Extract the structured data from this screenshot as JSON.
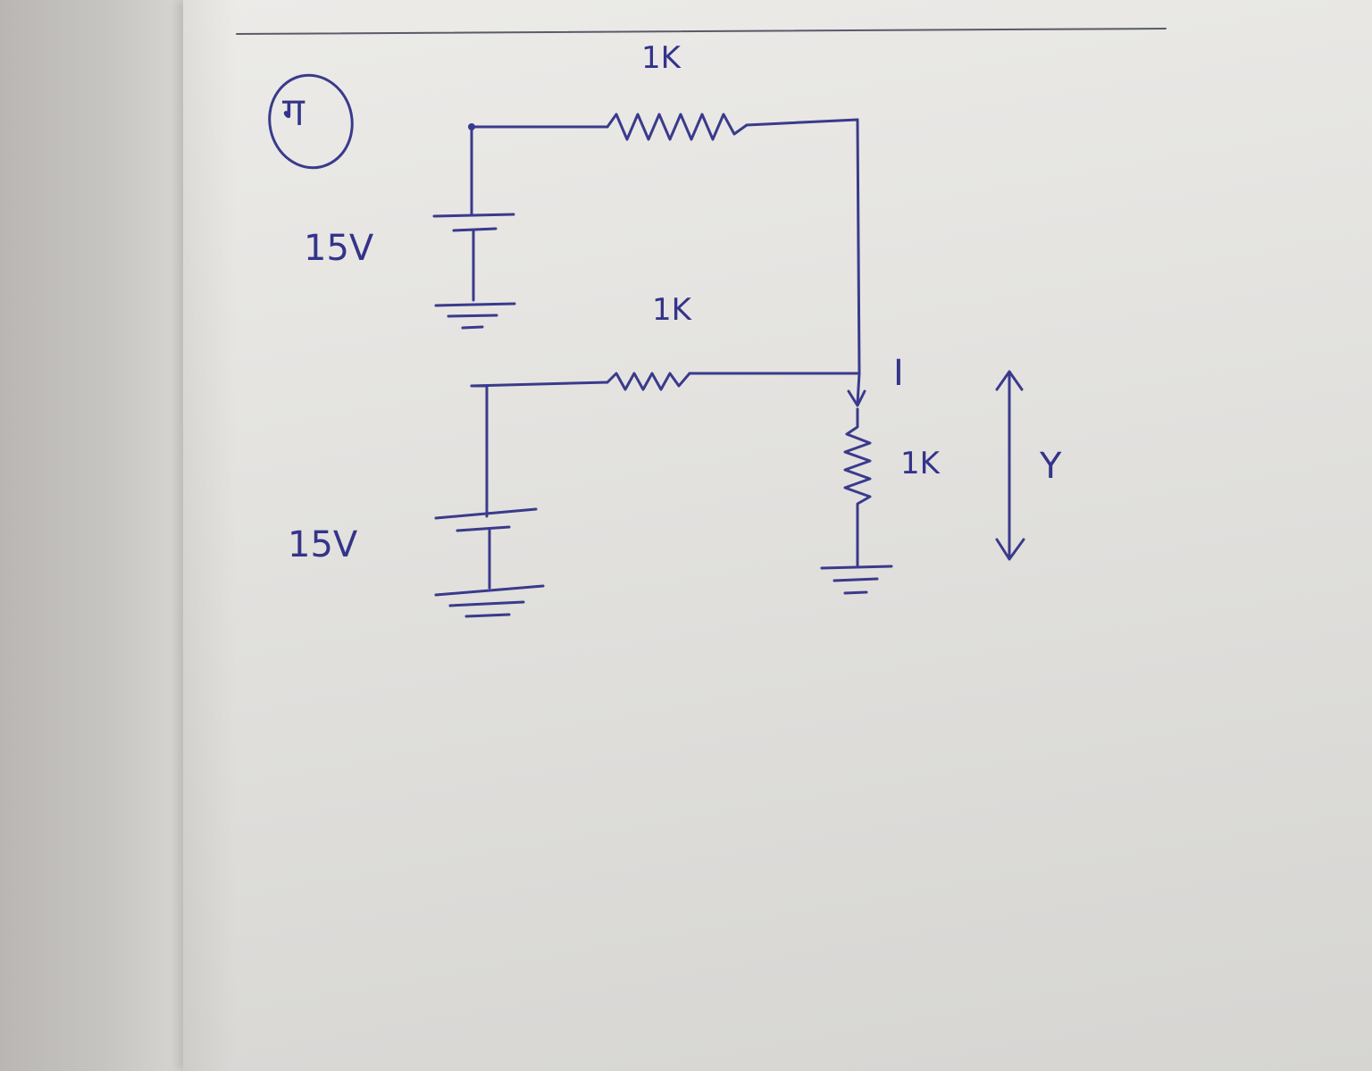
{
  "page": {
    "question_marker": "ग"
  },
  "circuit": {
    "top_resistor_label": "1K",
    "middle_resistor_label": "1K",
    "load_resistor_label": "1K",
    "top_source_label": "15V",
    "bottom_source_label": "15V",
    "current_label": "I",
    "voltage_label": "Y"
  },
  "colors": {
    "ink": "#3a3a8c",
    "paper": "#e6e5e2"
  }
}
